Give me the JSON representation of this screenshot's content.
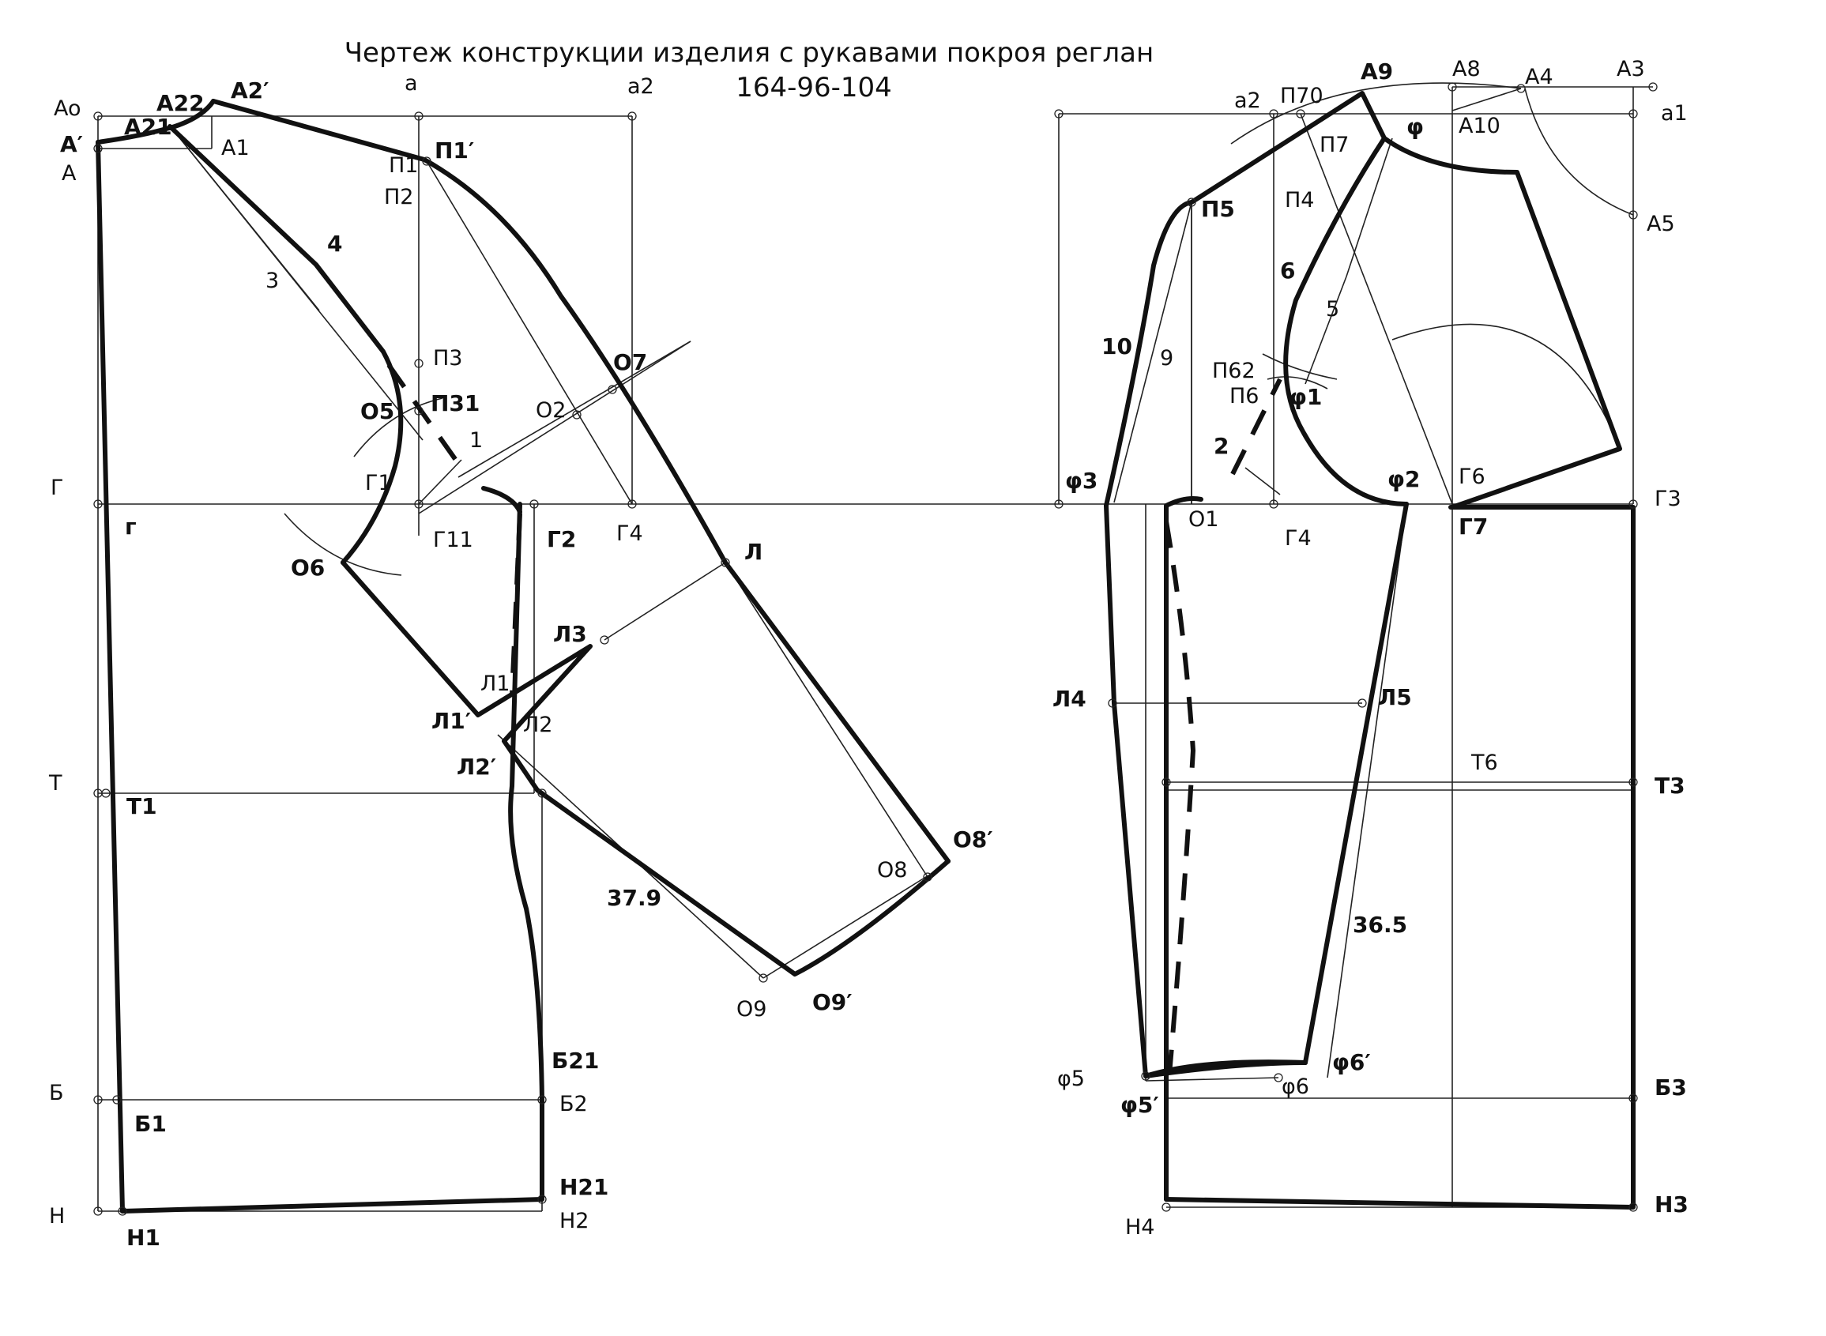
{
  "title": "Чертеж конструкции изделия с рукавами покроя реглан",
  "size_code": "164-96-104",
  "labels": {
    "Ao": "Ao",
    "A_prime": "A′",
    "A": "A",
    "A21": "A21",
    "A22": "A22",
    "A2_prime": "A2′",
    "A1": "A1",
    "a": "a",
    "a2_left": "a2",
    "P1": "П1",
    "P1_prime": "П1′",
    "P2": "П2",
    "n3": "3",
    "n4": "4",
    "P3": "П3",
    "O5": "O5",
    "P31": "П31",
    "n1": "1",
    "O2": "O2",
    "O7": "O7",
    "G_left": "Г",
    "g_left": "г",
    "G1": "Г1",
    "G11": "Г11",
    "G2": "Г2",
    "G4_left": "Г4",
    "L": "Л",
    "O6": "O6",
    "L3": "Л3",
    "L1": "Л1",
    "L1_prime": "Л1′",
    "L2": "Л2",
    "L2_prime": "Л2′",
    "T": "T",
    "T1": "T1",
    "O8_prime": "O8′",
    "O8": "O8",
    "v379": "37.9",
    "O9": "O9",
    "O9_prime": "O9′",
    "B21": "Б21",
    "B": "Б",
    "B1": "Б1",
    "B2": "Б2",
    "H": "H",
    "H1": "H1",
    "H21": "H21",
    "H2": "H2",
    "A9": "A9",
    "A8": "A8",
    "A4": "A4",
    "A3": "A3",
    "a2_right": "a2",
    "P70": "П70",
    "a1": "a1",
    "A10": "A10",
    "phi": "φ",
    "P7": "П7",
    "P5": "П5",
    "P4": "П4",
    "A5": "A5",
    "n6": "6",
    "n5": "5",
    "n10": "10",
    "n9": "9",
    "P62": "П62",
    "P6": "П6",
    "phi1": "φ1",
    "n2": "2",
    "phi3": "φ3",
    "phi2": "φ2",
    "G6": "Г6",
    "G3": "Г3",
    "O1": "O1",
    "G4_right": "Г4",
    "G7": "Г7",
    "L4": "Л4",
    "L5": "Л5",
    "T6": "T6",
    "T3": "T3",
    "v365": "36.5",
    "phi5": "φ5",
    "phi6": "φ6",
    "phi6_prime": "φ6′",
    "phi5_prime": "φ5′",
    "B3": "Б3",
    "H4": "H4",
    "H3": "H3"
  }
}
